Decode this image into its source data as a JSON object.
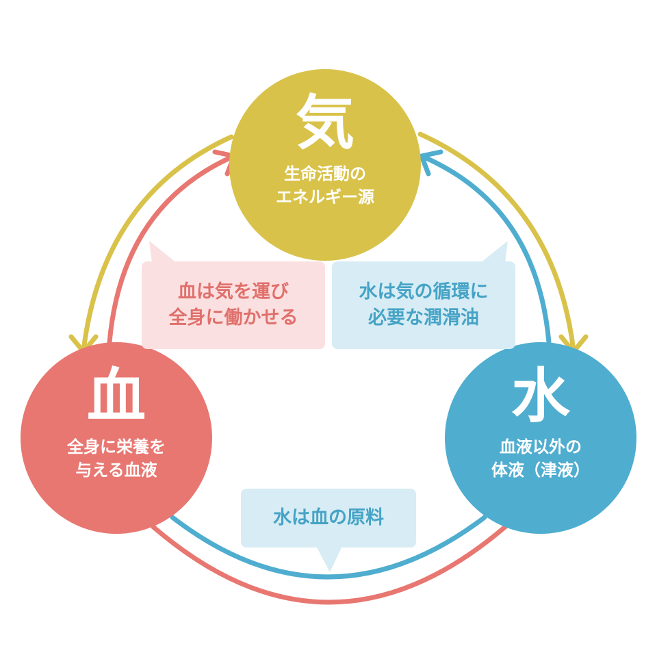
{
  "colors": {
    "ki": "#d9c24a",
    "ketsu": "#e87771",
    "sui": "#4fadcf",
    "pink_bubble": "#fbe0e1",
    "blue_bubble": "#d7ecf4"
  },
  "ki": {
    "title": "気",
    "desc": "生命活動の\nエネルギー源"
  },
  "ketsu": {
    "title": "血",
    "desc": "全身に栄養を\n与える血液"
  },
  "sui": {
    "title": "水",
    "desc": "血液以外の\n体液（津液）"
  },
  "bubbles": {
    "ketsu_ki": "血は気を運び\n全身に働かせる",
    "sui_ki": "水は気の循環に\n必要な潤滑油",
    "sui_ketsu": "水は血の原料"
  }
}
